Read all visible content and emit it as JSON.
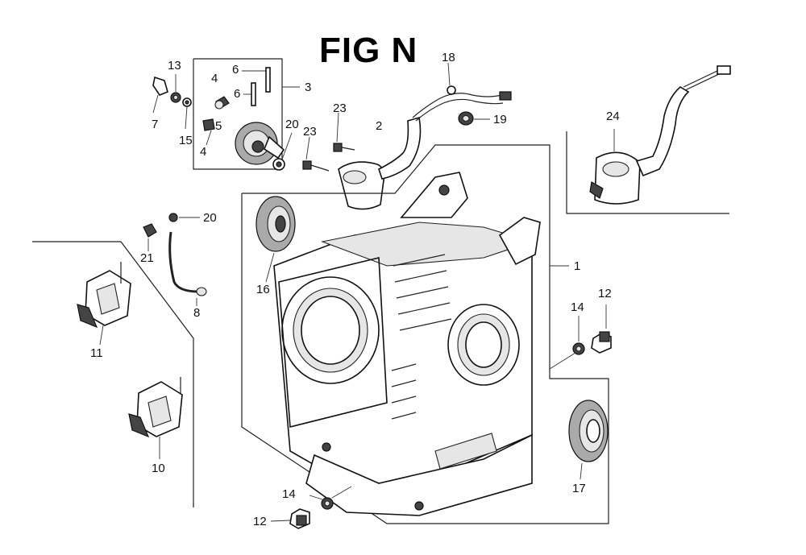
{
  "title": "FIG N",
  "callouts": [
    {
      "id": "c13",
      "text": "13"
    },
    {
      "id": "c7",
      "text": "7"
    },
    {
      "id": "c15",
      "text": "15"
    },
    {
      "id": "c4a",
      "text": "4"
    },
    {
      "id": "c4b",
      "text": "4"
    },
    {
      "id": "c5",
      "text": "5"
    },
    {
      "id": "c6a",
      "text": "6"
    },
    {
      "id": "c6b",
      "text": "6"
    },
    {
      "id": "c3",
      "text": "3"
    },
    {
      "id": "c20a",
      "text": "20"
    },
    {
      "id": "c23a",
      "text": "23"
    },
    {
      "id": "c23b",
      "text": "23"
    },
    {
      "id": "c2",
      "text": "2"
    },
    {
      "id": "c18",
      "text": "18"
    },
    {
      "id": "c19",
      "text": "19"
    },
    {
      "id": "c24",
      "text": "24"
    },
    {
      "id": "c1",
      "text": "1"
    },
    {
      "id": "c16",
      "text": "16"
    },
    {
      "id": "c20b",
      "text": "20"
    },
    {
      "id": "c21",
      "text": "21"
    },
    {
      "id": "c8",
      "text": "8"
    },
    {
      "id": "c11",
      "text": "11"
    },
    {
      "id": "c10",
      "text": "10"
    },
    {
      "id": "c14a",
      "text": "14"
    },
    {
      "id": "c12a",
      "text": "12"
    },
    {
      "id": "c17",
      "text": "17"
    },
    {
      "id": "c14b",
      "text": "14"
    },
    {
      "id": "c12b",
      "text": "12"
    }
  ]
}
